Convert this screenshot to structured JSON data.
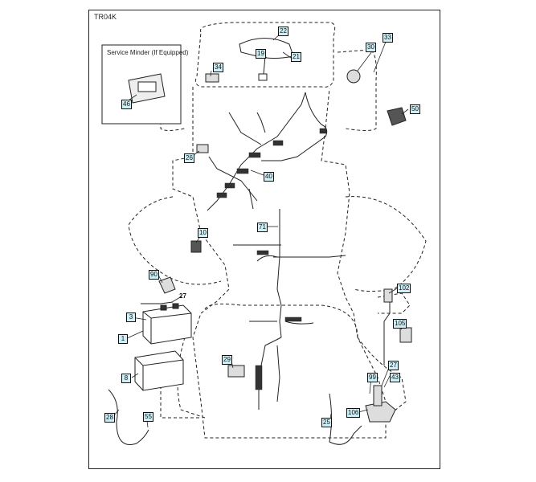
{
  "doc_code": "TR04K",
  "inset_title": "Service Minder (If Equipped)",
  "callouts": {
    "c22": "22",
    "c19": "19",
    "c21": "21",
    "c30": "30",
    "c33": "33",
    "c34": "34",
    "c46": "46",
    "c50": "50",
    "c26": "26",
    "c40": "40",
    "c71": "71",
    "c10": "10",
    "c90": "90",
    "c27a": "27",
    "c3": "3",
    "c1": "1",
    "c102": "102",
    "c105": "105",
    "c8": "8",
    "c29": "29",
    "c99": "99",
    "c27b": "27",
    "c43": "43",
    "c28": "28",
    "c55": "55",
    "c106": "106",
    "c25": "25"
  }
}
